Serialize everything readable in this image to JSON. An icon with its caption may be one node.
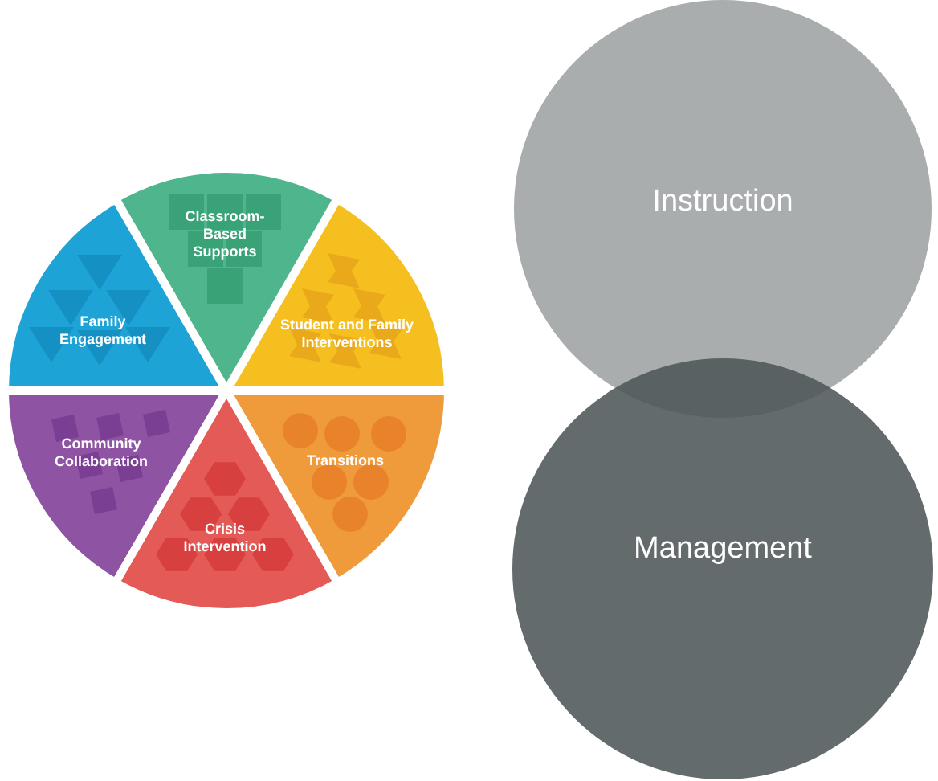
{
  "diagram": {
    "nodes": [
      {
        "text": [
          "Classroom-Based Supports"
        ]
      },
      {
        "text": [
          "Family Engagement"
        ]
      },
      {
        "text": [
          "Student and Family Interventions"
        ]
      },
      {
        "text": [
          "Community Collaboration"
        ]
      },
      {
        "text": [
          "Transitions"
        ]
      },
      {
        "text": [
          "Crisis Intervention"
        ]
      },
      {
        "text": [
          "Instruction"
        ]
      },
      {
        "text": [
          "Management"
        ]
      }
    ],
    "edges": []
  }
}
